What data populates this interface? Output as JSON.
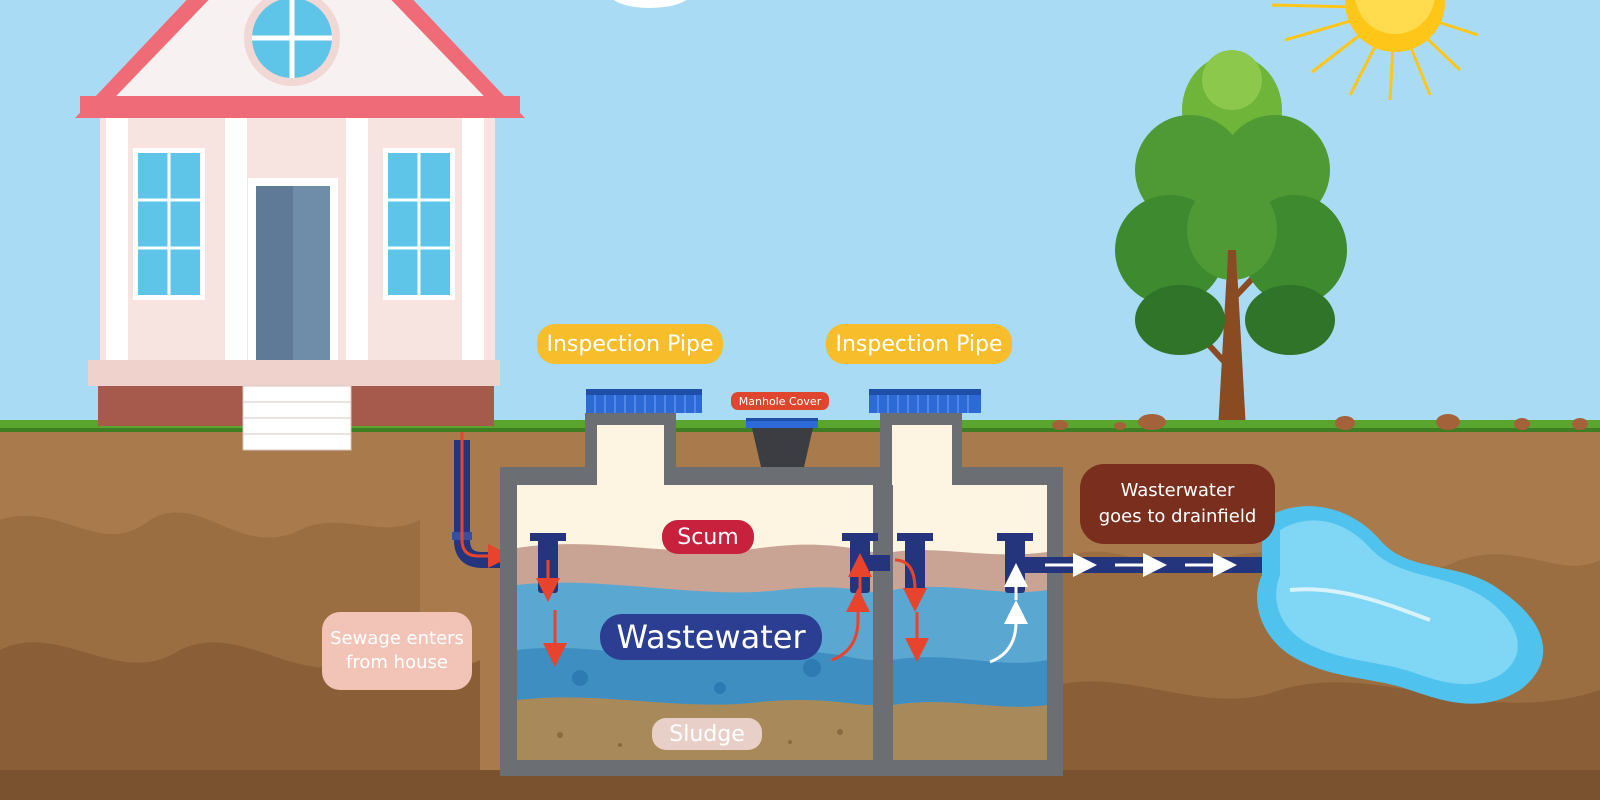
{
  "labels": {
    "inspection_pipe_left": "Inspection Pipe",
    "inspection_pipe_right": "Inspection Pipe",
    "manhole_cover": "Manhole Cover",
    "scum": "Scum",
    "wastewater": "Wastewater",
    "sludge": "Sludge",
    "sewage_line1": "Sewage enters",
    "sewage_line2": "from house",
    "drain_line1": "Wasterwater",
    "drain_line2": "goes to drainfield"
  },
  "colors": {
    "sky": "#a9dcf4",
    "soil": "#a87a4c",
    "grass": "#5aa52f",
    "tank_wall": "#6b6e73",
    "wastewater": "#4e9ccc",
    "scum": "#c9a494",
    "sludge": "#a88a5a",
    "pipe": "#24357e",
    "flow_arrow": "#e8442d",
    "sun": "#ffc61a",
    "roof": "#ef6b78",
    "tree_leaves": "#3d8a2f",
    "drain_water": "#4fc3ee"
  }
}
